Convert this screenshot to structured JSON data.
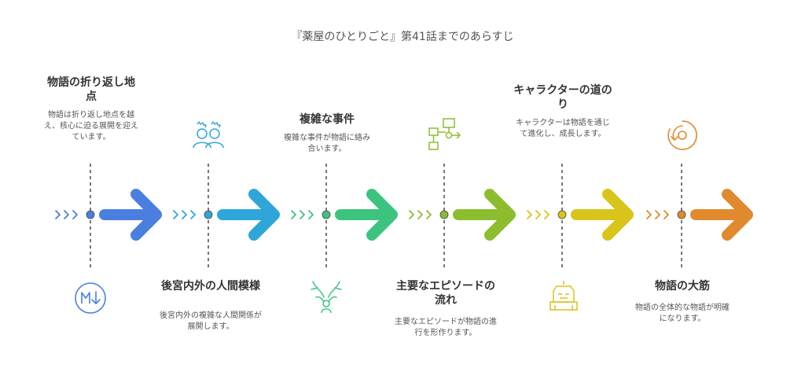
{
  "title": "『薬屋のひとりごと』第41話までのあらすじ",
  "steps": [
    {
      "heading": "物語の折り返し地点",
      "desc": "物語は折り返し地点を越え、核心に迫る展開を迎えています。",
      "icon": "markdown-down-icon",
      "color": "#4a7fe0"
    },
    {
      "heading": "後宮内外の人間模様",
      "desc": "後宮内外の複雑な人間関係が展開します。",
      "icon": "people-icon",
      "color": "#2ea6d8"
    },
    {
      "heading": "複雑な事件",
      "desc": "複雑な事件が物語に絡み合います。",
      "icon": "tangled-branches-icon",
      "color": "#3cc47f"
    },
    {
      "heading": "主要なエピソードの流れ",
      "desc": "主要なエピソードが物語の進行を形作ります。",
      "icon": "flowchart-icon",
      "color": "#8bbd2f"
    },
    {
      "heading": "キャラクターの道のり",
      "desc": "キャラクターは物語を通じて進化し、成長します。",
      "icon": "robot-icon",
      "color": "#d8c41a"
    },
    {
      "heading": "物語の大筋",
      "desc": "物語の全体的な物語が明確になります。",
      "icon": "spiral-arrows-icon",
      "color": "#e08a2e"
    }
  ]
}
